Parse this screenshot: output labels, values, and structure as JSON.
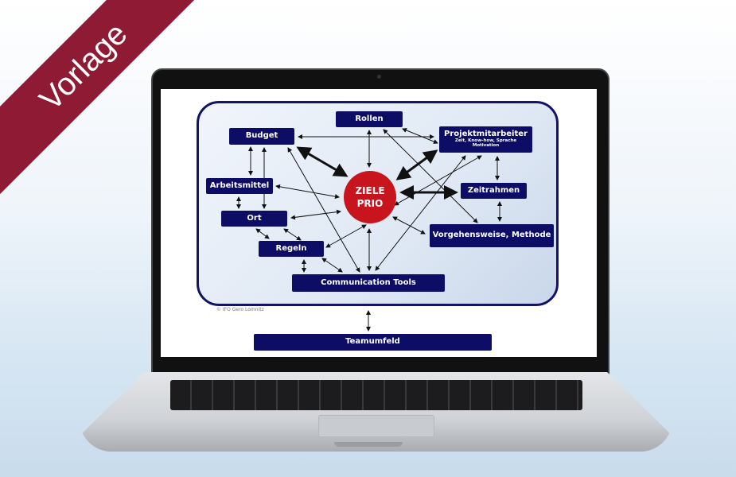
{
  "banner": {
    "label": "Vorlage"
  },
  "diagram": {
    "center": {
      "line1": "ZIELE",
      "line2": "PRIO"
    },
    "nodes": {
      "rollen": "Rollen",
      "budget": "Budget",
      "projektmitarbeiter": "Projektmitarbeiter",
      "projektmitarbeiter_sub1": "Zeit, Know-how, Sprache",
      "projektmitarbeiter_sub2": "Motivation",
      "arbeitsmittel": "Arbeitsmittel",
      "zeitrahmen": "Zeitrahmen",
      "ort": "Ort",
      "vorgehensweise": "Vorgehensweise, Methode",
      "regeln": "Regeln",
      "communication": "Communication Tools",
      "teamumfeld": "Teamumfeld"
    },
    "copyright": "© IFO Gero Lomnitz"
  },
  "colors": {
    "banner": "#8e1a34",
    "node": "#0d0d66",
    "center": "#c8141c"
  }
}
